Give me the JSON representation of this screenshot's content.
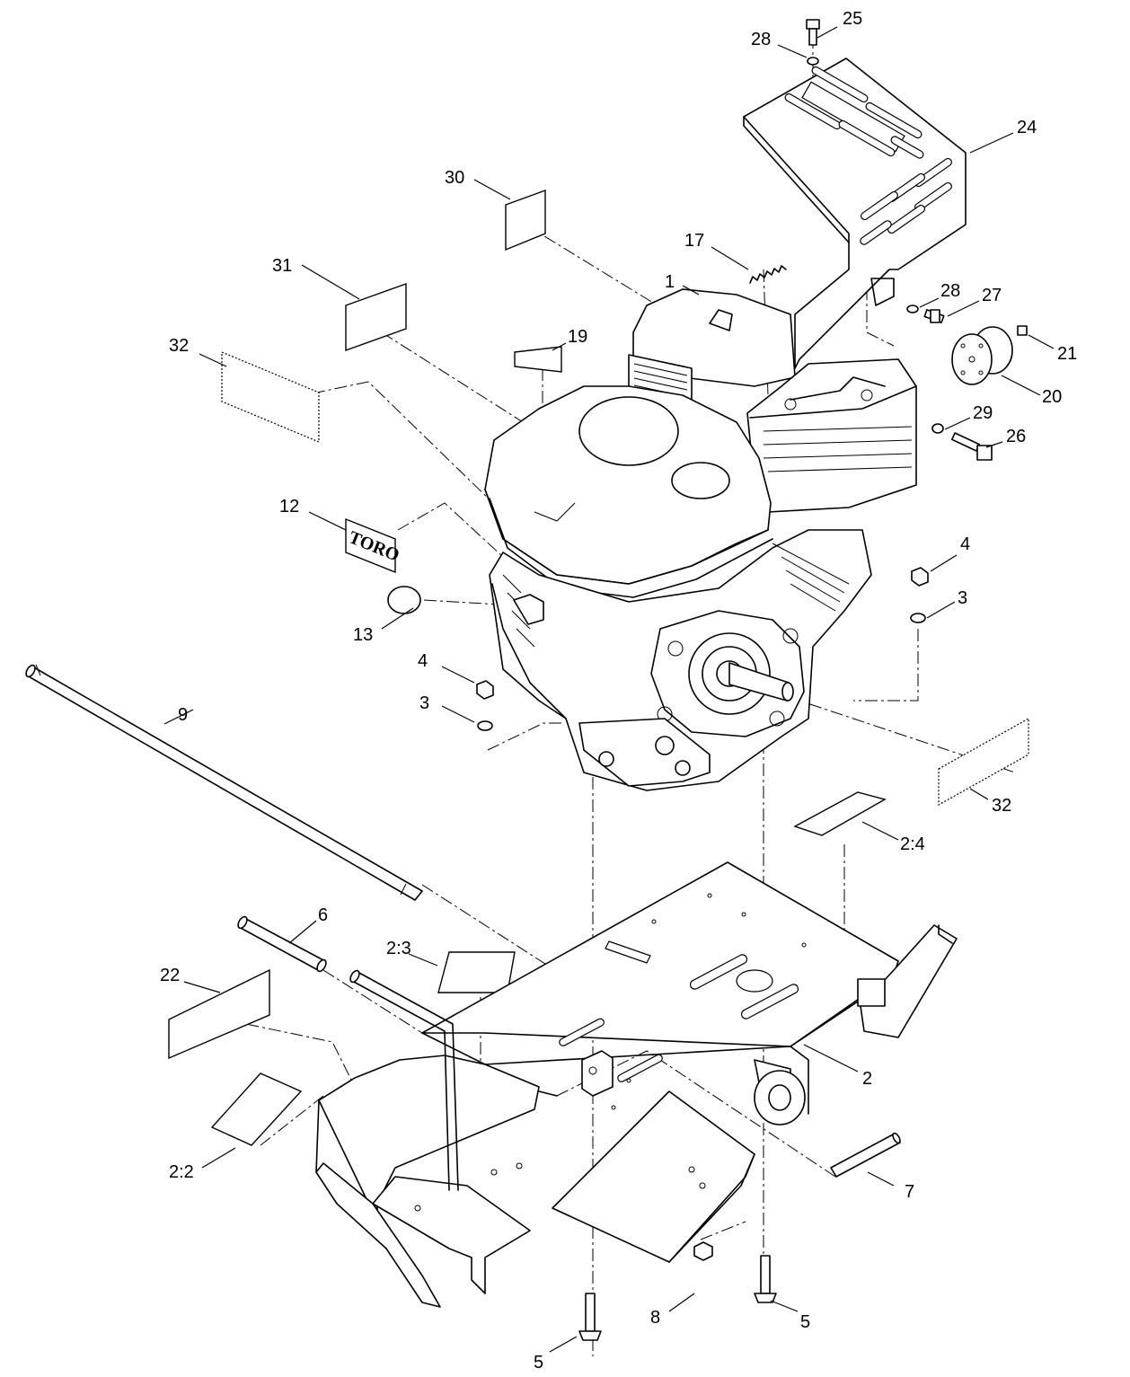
{
  "callouts": {
    "c1": "1",
    "c2": "2",
    "c2_2": "2:2",
    "c2_3": "2:3",
    "c2_4": "2:4",
    "c3a": "3",
    "c3b": "3",
    "c4a": "4",
    "c4b": "4",
    "c5a": "5",
    "c5b": "5",
    "c6": "6",
    "c7": "7",
    "c8": "8",
    "c9": "9",
    "c12": "12",
    "c13": "13",
    "c17": "17",
    "c19": "19",
    "c20": "20",
    "c21": "21",
    "c22": "22",
    "c24": "24",
    "c25": "25",
    "c26": "26",
    "c27": "27",
    "c28a": "28",
    "c28b": "28",
    "c29": "29",
    "c30": "30",
    "c31": "31",
    "c32a": "32",
    "c32b": "32"
  },
  "logo_text": "TORO",
  "colors": {
    "line": "#000000",
    "background": "#ffffff"
  }
}
